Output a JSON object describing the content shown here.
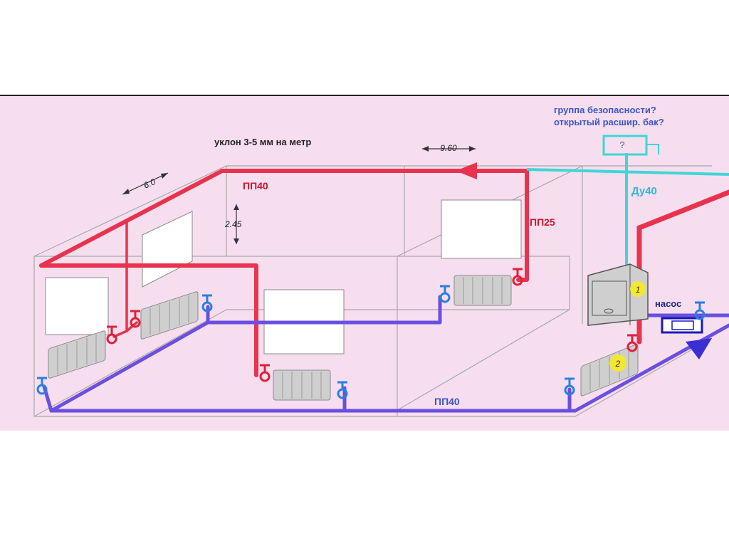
{
  "labels": {
    "slope": "уклон 3-5 мм на метр",
    "dim_width": "6.0",
    "dim_length": "9.60",
    "dim_height": "2.45",
    "pipe_supply_main": "ПП40",
    "pipe_riser": "ПП25",
    "pipe_return_main": "ПП40",
    "pipe_du": "Ду40",
    "safety_line1": "группа безопасности?",
    "safety_line2": "открытый расшир. бак?",
    "tank_mark": "?",
    "pump": "насос",
    "badge_1": "1",
    "badge_2": "2"
  },
  "colors": {
    "background": "#f6deef",
    "supply": "#e8334f",
    "return": "#6a4fe0",
    "expansion": "#3fd6d6",
    "valve_red": "#e0203a",
    "valve_blue": "#2a7fe0",
    "outline": "#9a9a9a",
    "radiator": "#c8c8c8",
    "badge": "#f2e832",
    "label_red": "#c8182e",
    "label_blue": "#3a55c8",
    "label_cyan": "#2ab8d8"
  },
  "icons": {
    "radiator": "radiator-icon",
    "valve": "valve-icon",
    "boiler": "boiler-icon",
    "pump": "pump-icon",
    "flow_arrow": "arrow-icon"
  }
}
